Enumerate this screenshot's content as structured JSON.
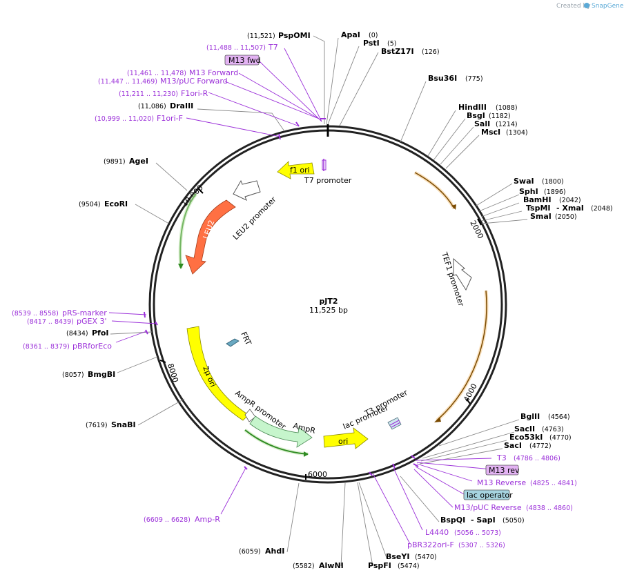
{
  "header": {
    "created_by": "Created by",
    "brand": "SnapGene"
  },
  "plasmid": {
    "name": "pJT2",
    "size": "11,525 bp",
    "length": 11525
  },
  "ticks": [
    "2000",
    "4000",
    "6000",
    "8000",
    "10,000"
  ],
  "sites": [
    {
      "id": "pspomi",
      "name": "PspOMI",
      "pos": "(11,521)"
    },
    {
      "id": "apai",
      "name": "ApaI",
      "pos": "(0)"
    },
    {
      "id": "psti",
      "name": "PstI",
      "pos": "(5)"
    },
    {
      "id": "bstz17i",
      "name": "BstZ17I",
      "pos": "(126)"
    },
    {
      "id": "bsu36i",
      "name": "Bsu36I",
      "pos": "(775)"
    },
    {
      "id": "hindiii",
      "name": "HindIII",
      "pos": "(1088)"
    },
    {
      "id": "bsgi",
      "name": "BsgI",
      "pos": "(1182)"
    },
    {
      "id": "sali",
      "name": "SalI",
      "pos": "(1214)"
    },
    {
      "id": "msci",
      "name": "MscI",
      "pos": "(1304)"
    },
    {
      "id": "swai",
      "name": "SwaI",
      "pos": "(1800)"
    },
    {
      "id": "sphi",
      "name": "SphI",
      "pos": "(1896)"
    },
    {
      "id": "bamhi",
      "name": "BamHI",
      "pos": "(2042)"
    },
    {
      "id": "tspmi",
      "name": "TspMI",
      "name2": "- XmaI",
      "pos": "(2048)"
    },
    {
      "id": "smai",
      "name": "SmaI",
      "pos": "(2050)"
    },
    {
      "id": "bglii",
      "name": "BglII",
      "pos": "(4564)"
    },
    {
      "id": "sacii",
      "name": "SacII",
      "pos": "(4763)"
    },
    {
      "id": "eco53ki",
      "name": "Eco53kI",
      "pos": "(4770)"
    },
    {
      "id": "saci",
      "name": "SacI",
      "pos": "(4772)"
    },
    {
      "id": "bspqi",
      "name": "BspQI",
      "name2": "- SapI",
      "pos": "(5050)"
    },
    {
      "id": "bseyi",
      "name": "BseYI",
      "pos": "(5470)"
    },
    {
      "id": "pspfi",
      "name": "PspFI",
      "pos": "(5474)"
    },
    {
      "id": "alwni",
      "name": "AlwNI",
      "pos": "(5582)"
    },
    {
      "id": "ahdi",
      "name": "AhdI",
      "pos": "(6059)"
    },
    {
      "id": "snabi",
      "name": "SnaBI",
      "pos": "(7619)"
    },
    {
      "id": "bmgbi",
      "name": "BmgBI",
      "pos": "(8057)"
    },
    {
      "id": "pfoi",
      "name": "PfoI",
      "pos": "(8434)"
    },
    {
      "id": "ecori",
      "name": "EcoRI",
      "pos": "(9504)"
    },
    {
      "id": "agei",
      "name": "AgeI",
      "pos": "(9891)"
    },
    {
      "id": "draiii",
      "name": "DraIII",
      "pos": "(11,086)"
    }
  ],
  "primers": [
    {
      "id": "t7",
      "name": "T7",
      "range": "(11,488 .. 11,507)"
    },
    {
      "id": "m13fwd",
      "name": "M13 fwd"
    },
    {
      "id": "m13forward",
      "name": "M13 Forward",
      "range": "(11,461 .. 11,478)"
    },
    {
      "id": "m13pucforward",
      "name": "M13/pUC Forward",
      "range": "(11,447 .. 11,469)"
    },
    {
      "id": "f1orir",
      "name": "F1ori-R",
      "range": "(11,211 .. 11,230)"
    },
    {
      "id": "f1orif",
      "name": "F1ori-F",
      "range": "(10,999 .. 11,020)"
    },
    {
      "id": "prsmarker",
      "name": "pRS-marker",
      "range": "(8539 .. 8558)"
    },
    {
      "id": "pgex3",
      "name": "pGEX 3'",
      "range": "(8417 .. 8439)"
    },
    {
      "id": "pbrforeco",
      "name": "pBRforEco",
      "range": "(8361 .. 8379)"
    },
    {
      "id": "ampr_primer",
      "name": "Amp-R",
      "range": "(6609 .. 6628)"
    },
    {
      "id": "t3",
      "name": "T3",
      "range": "(4786 .. 4806)"
    },
    {
      "id": "m13rev",
      "name": "M13 rev"
    },
    {
      "id": "m13reverse",
      "name": "M13 Reverse",
      "range": "(4825 .. 4841)"
    },
    {
      "id": "lacop",
      "name": "lac operator"
    },
    {
      "id": "m13pucreverse",
      "name": "M13/pUC Reverse",
      "range": "(4838 .. 4860)"
    },
    {
      "id": "l4440",
      "name": "L4440",
      "range": "(5056 .. 5073)"
    },
    {
      "id": "pbr322orif",
      "name": "pBR322ori-F",
      "range": "(5307 .. 5326)"
    }
  ],
  "features": [
    {
      "id": "f1ori",
      "name": "f1 ori"
    },
    {
      "id": "t7promoter",
      "name": "T7 promoter"
    },
    {
      "id": "leu2promoter",
      "name": "LEU2 promoter"
    },
    {
      "id": "leu2",
      "name": "LEU2"
    },
    {
      "id": "tef1promoter",
      "name": "TEF1 promoter"
    },
    {
      "id": "frt",
      "name": "FRT"
    },
    {
      "id": "twomuori",
      "name": "2μ ori"
    },
    {
      "id": "amprpromoter",
      "name": "AmpR promoter"
    },
    {
      "id": "ampr",
      "name": "AmpR"
    },
    {
      "id": "ori",
      "name": "ori"
    },
    {
      "id": "lacpromoter",
      "name": "lac promoter"
    },
    {
      "id": "t3promoter",
      "name": "T3 promoter"
    }
  ],
  "colors": {
    "primer": "#9b30d9",
    "f1ori": "#ffff00",
    "leu2": "#ff7043",
    "twomu": "#ffff00",
    "ampr": "#c6f5cc",
    "ori": "#ffff00",
    "orf_orange": "#d68a1c",
    "orf_green": "#2e8b22",
    "lacop": "#a6d4e0",
    "m13tag": "#e3b3f3"
  }
}
